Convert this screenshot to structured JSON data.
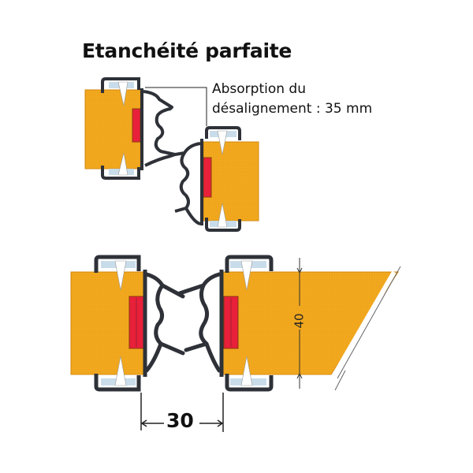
{
  "title": "Etanchéité parfaite",
  "annotation": {
    "line1": "Absorption du",
    "line2": "désalignement : 35 mm"
  },
  "dimensions": {
    "gap": "30",
    "thickness": "40"
  },
  "colors": {
    "panel": "#F2A91E",
    "panel_edge": "#D48A10",
    "seal": "#E8203A",
    "profile": "#2E3238",
    "gasket": "#C9DCEA",
    "text": "#111111"
  }
}
